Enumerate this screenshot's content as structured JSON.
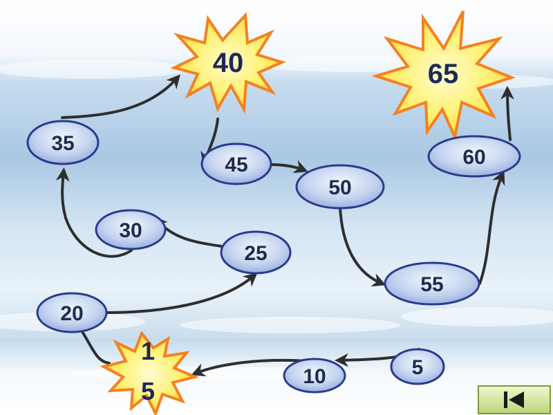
{
  "steps": [
    {
      "label": "5"
    },
    {
      "label": "10"
    },
    {
      "label": "1"
    },
    {
      "label": "5"
    },
    {
      "label": "20"
    },
    {
      "label": "25"
    },
    {
      "label": "30"
    },
    {
      "label": "35"
    },
    {
      "label": "40"
    },
    {
      "label": "45"
    },
    {
      "label": "50"
    },
    {
      "label": "55"
    },
    {
      "label": "60"
    },
    {
      "label": "65"
    }
  ],
  "nav": {
    "icon": "back-to-start-icon"
  },
  "colors": {
    "oval_fill": "#cdd9f2",
    "oval_border": "#2b3a8c",
    "star_orange": "#f4811f",
    "star_yellow": "#fff48a",
    "arrow": "#2e2e2e",
    "sky": "#bcd6ea"
  }
}
